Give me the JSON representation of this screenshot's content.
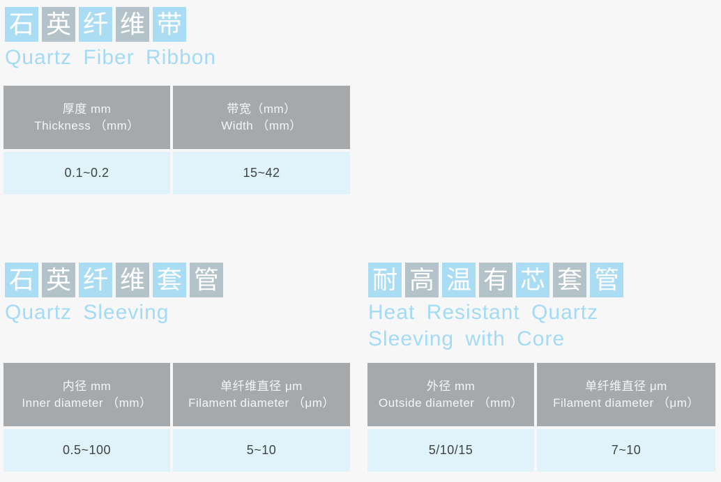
{
  "colors": {
    "char_box_blue": "#aadcf3",
    "char_box_gray": "#b4c2ca",
    "subtitle_blue": "#a3daf4",
    "table_header_bg": "#a6a9ac",
    "table_header_text": "#f4f5f6",
    "table_row_bg": "#e1f3fa",
    "table_value_text": "#3f4344",
    "page_bg": "#f7f7f8"
  },
  "sections": [
    {
      "title_zh": "石英纤维带",
      "chars": [
        "石",
        "英",
        "纤",
        "维",
        "带"
      ],
      "subtitle": "Quartz Fiber Ribbon",
      "table": {
        "columns": [
          {
            "header_zh": "厚度 mm",
            "header_en": "Thickness （mm）",
            "value": "0.1~0.2"
          },
          {
            "header_zh": "带宽（mm）",
            "header_en": "Width （mm）",
            "value": "15~42"
          }
        ]
      }
    },
    {
      "title_zh": "石英纤维套管",
      "chars": [
        "石",
        "英",
        "纤",
        "维",
        "套",
        "管"
      ],
      "subtitle": "Quartz Sleeving",
      "table": {
        "columns": [
          {
            "header_zh": "内径 mm",
            "header_en": "Inner diameter （mm）",
            "value": "0.5~100"
          },
          {
            "header_zh": "单纤维直径 μm",
            "header_en": "Filament diameter （μm）",
            "value": "5~10"
          }
        ]
      }
    },
    {
      "title_zh": "耐高温有芯套管",
      "chars": [
        "耐",
        "高",
        "温",
        "有",
        "芯",
        "套",
        "管"
      ],
      "subtitle": "Heat Resistant Quartz",
      "subtitle2": "Sleeving with Core",
      "table": {
        "columns": [
          {
            "header_zh": "外径 mm",
            "header_en": "Outside diameter （mm）",
            "value": "5/10/15"
          },
          {
            "header_zh": "单纤维直径 μm",
            "header_en": "Filament diameter （μm）",
            "value": "7~10"
          }
        ]
      }
    }
  ]
}
